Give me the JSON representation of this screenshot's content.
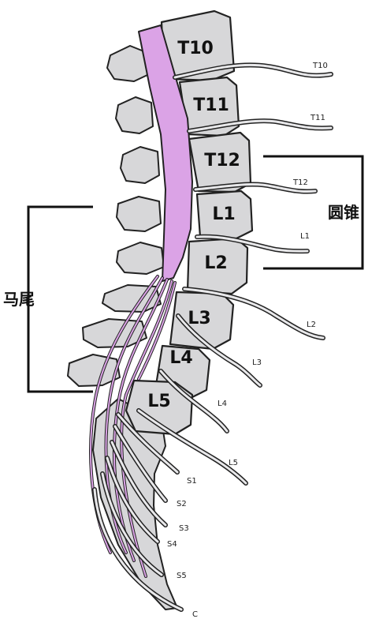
{
  "vertebrae": [
    "T10",
    "T11",
    "T12",
    "L1",
    "L2",
    "L3",
    "L4",
    "L5"
  ],
  "nerves": [
    "T10",
    "T11",
    "T12",
    "L1",
    "L2",
    "L3",
    "L4",
    "L5",
    "S1",
    "S2",
    "S3",
    "S4",
    "S5",
    "C"
  ],
  "groups": {
    "conus": "圆锥",
    "cauda_equina": "马尾"
  },
  "colors": {
    "bone_fill": "#d7d7d9",
    "outline": "#222222",
    "cord": "#dba3e6",
    "nerve_fill": "#e8e8ea"
  }
}
